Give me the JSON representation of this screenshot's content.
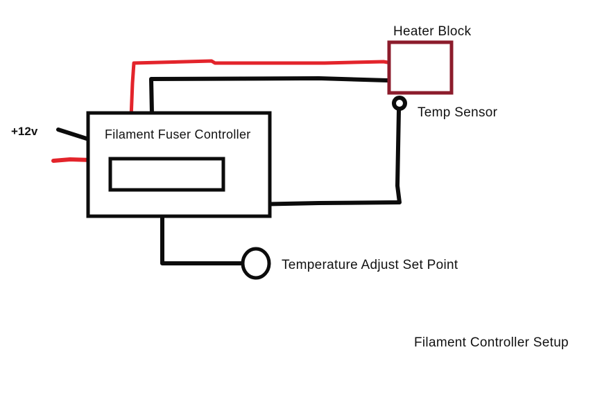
{
  "diagram": {
    "caption": "Filament Controller Setup",
    "labels": {
      "power": "+12v",
      "controller": "Filament Fuser Controller",
      "heater": "Heater Block",
      "sensor": "Temp Sensor",
      "adjust": "Temperature Adjust Set Point"
    },
    "colors": {
      "wire_red": "#e3242b",
      "wire_black": "#0c0c0c",
      "heater_border": "#8c1c2c",
      "box_border": "#0c0c0c",
      "background": "#ffffff",
      "text": "#111111"
    }
  }
}
